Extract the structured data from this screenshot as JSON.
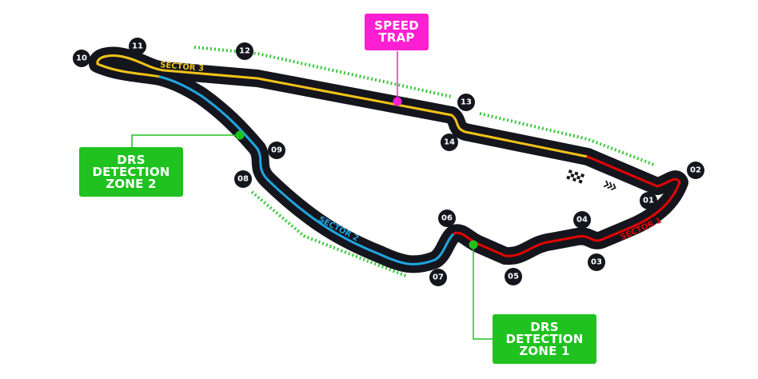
{
  "map": {
    "turns": [
      {
        "id": "t01",
        "label": "01"
      },
      {
        "id": "t02",
        "label": "02"
      },
      {
        "id": "t03",
        "label": "03"
      },
      {
        "id": "t04",
        "label": "04"
      },
      {
        "id": "t05",
        "label": "05"
      },
      {
        "id": "t06",
        "label": "06"
      },
      {
        "id": "t07",
        "label": "07"
      },
      {
        "id": "t08",
        "label": "08"
      },
      {
        "id": "t09",
        "label": "09"
      },
      {
        "id": "t10",
        "label": "10"
      },
      {
        "id": "t11",
        "label": "11"
      },
      {
        "id": "t12",
        "label": "12"
      },
      {
        "id": "t13",
        "label": "13"
      },
      {
        "id": "t14",
        "label": "14"
      }
    ],
    "sectors": {
      "s1": {
        "label": "SECTOR 1",
        "color": "#e10600"
      },
      "s2": {
        "label": "SECTOR 2",
        "color": "#1fa6e0"
      },
      "s3": {
        "label": "SECTOR 3",
        "color": "#f2c318"
      }
    },
    "speed_trap": {
      "line1": "SPEED",
      "line2": "TRAP",
      "color": "#ff1fd2"
    },
    "drs_zone_1": {
      "line1": "DRS",
      "line2": "DETECTION",
      "line3": "ZONE 1",
      "color": "#1fc21f"
    },
    "drs_zone_2": {
      "line1": "DRS",
      "line2": "DETECTION",
      "line3": "ZONE 2",
      "color": "#1fc21f"
    },
    "track_color": "#15151e",
    "drs_zone_color": "#3cc83c",
    "icons": [
      "chequered-flag-icon",
      "direction-chevrons-icon"
    ]
  }
}
